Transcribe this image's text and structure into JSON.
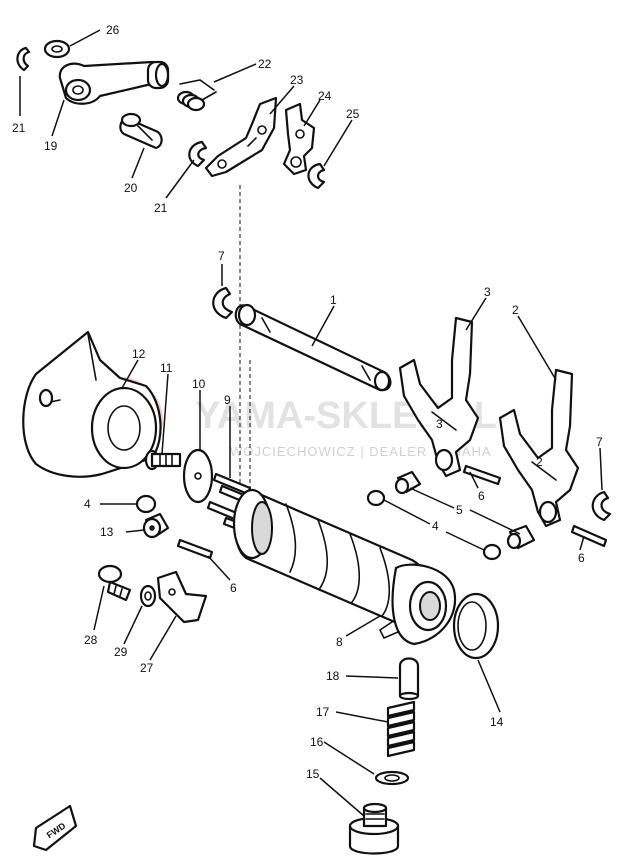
{
  "watermark": {
    "brand": "YAMA-SKLEP.PL",
    "dealer": "WOJCIECHOWICZ | DEALER YAMAHA"
  },
  "direction_marker": "FWD",
  "callouts": [
    "1",
    "2",
    "3",
    "4",
    "4",
    "5",
    "6",
    "6",
    "6",
    "7",
    "7",
    "8",
    "9",
    "10",
    "11",
    "12",
    "13",
    "14",
    "15",
    "16",
    "17",
    "18",
    "19",
    "20",
    "21",
    "21",
    "22",
    "23",
    "24",
    "25",
    "26",
    "27",
    "28",
    "29"
  ]
}
